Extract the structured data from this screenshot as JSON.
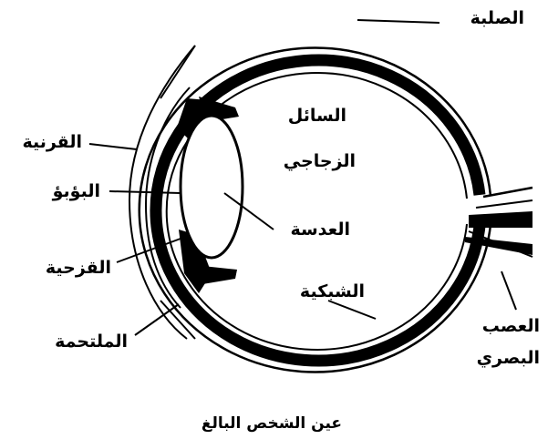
{
  "labels": {
    "sclera": "الصلبة",
    "vitreous_line1": "السائل",
    "vitreous_line2": "الزجاجي",
    "cornea": "القرنية",
    "pupil": "البؤبؤ",
    "lens": "العدسة",
    "iris": "القزحية",
    "retina": "الشبكية",
    "conjunctiva": "الملتحمة",
    "optic_nerve_line1": "العصب",
    "optic_nerve_line2": "البصري"
  },
  "caption": "عين الشخص البالغ",
  "colors": {
    "ink": "#000000",
    "background": "#ffffff"
  }
}
